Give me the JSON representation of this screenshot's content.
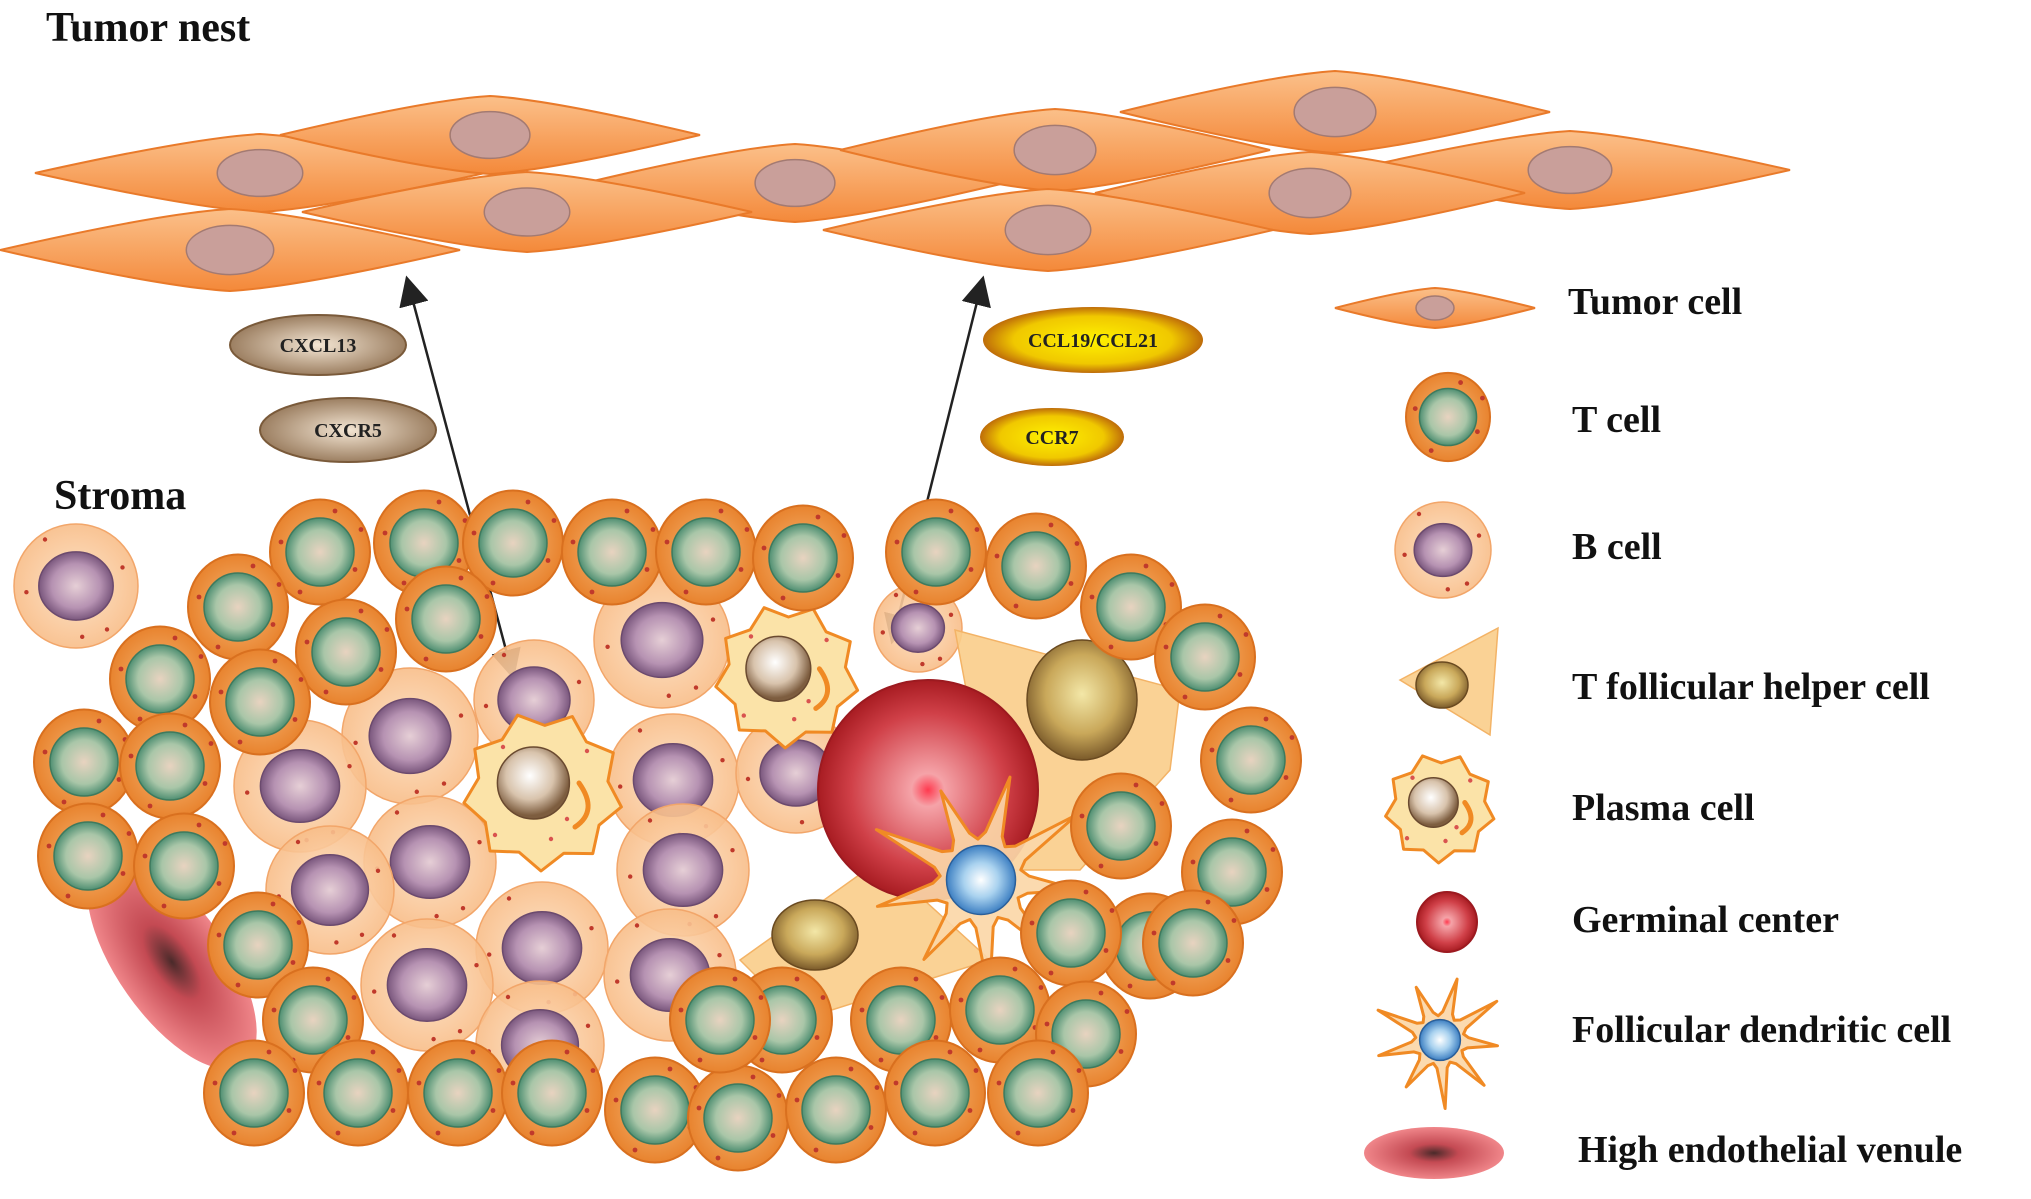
{
  "titles": {
    "tumor_nest": "Tumor nest",
    "stroma": "Stroma"
  },
  "chemokines": {
    "cxcl13": "CXCL13",
    "cxcr5": "CXCR5",
    "ccl19_ccl21": "CCL19/CCL21",
    "ccr7": "CCR7"
  },
  "legend": [
    {
      "key": "tumor_cell",
      "label": "Tumor cell"
    },
    {
      "key": "t_cell",
      "label": "T cell"
    },
    {
      "key": "b_cell",
      "label": "B cell"
    },
    {
      "key": "tfh_cell",
      "label": "T follicular helper cell"
    },
    {
      "key": "plasma_cell",
      "label": "Plasma cell"
    },
    {
      "key": "germinal_center",
      "label": "Germinal center"
    },
    {
      "key": "fdc",
      "label": "Follicular dendritic cell"
    },
    {
      "key": "hev",
      "label": "High endothelial venule"
    }
  ],
  "colors": {
    "tumor_cell": "#f7a35c",
    "t_cell_nucleus": "#7fb39a",
    "b_cell_nucleus": "#9c7a9f",
    "cell_body": "#f39c4a",
    "germinal_center": "#c1272d",
    "fdc_nucleus": "#6fa8dc",
    "hev": "#e0585f",
    "cxcl_pill": "#8d6e4e",
    "ccl_pill": "#f2d600"
  }
}
